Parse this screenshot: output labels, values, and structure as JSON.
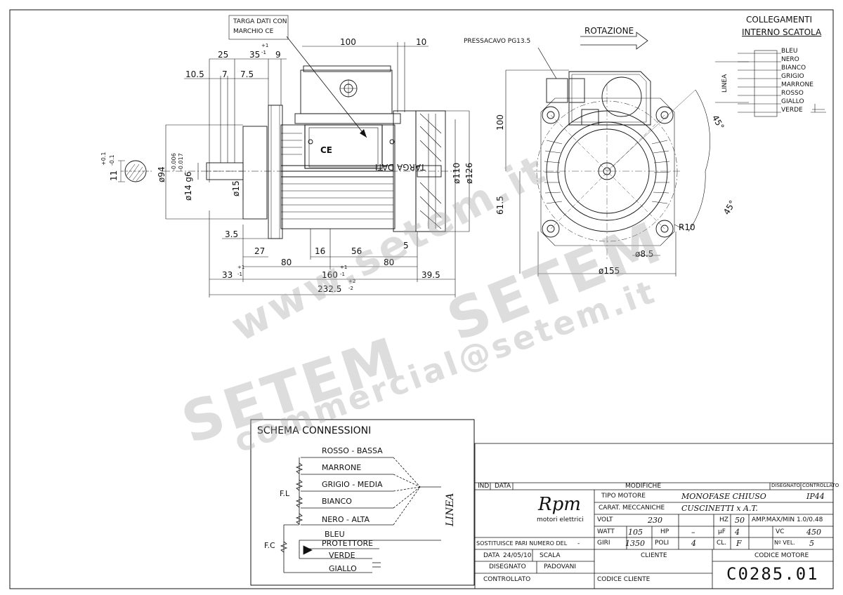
{
  "drawing": {
    "targa_label_line1": "TARGA DATI CON",
    "targa_label_line2": "MARCHIO CE",
    "plate_text": "TARGA DATI",
    "plate_ce": "CE",
    "pressacavo": "PRESSACAVO PG13.5",
    "rotazione": "ROTAZIONE",
    "dims": {
      "d100_top": "100",
      "d10": "10",
      "d25": "25",
      "d35": "35",
      "d35_tol_top": "+1",
      "d35_tol_bot": "-1",
      "d9": "9",
      "d10_5": "10.5",
      "d7": "7",
      "d7_5": "7.5",
      "tol_01a": "+0.1",
      "d11": "11",
      "tol_01b": "-0.1",
      "tol_006": "-0.006",
      "tol_017": "-0.017",
      "d14g6": "ø14 g6",
      "d94": "ø94",
      "d15": "ø15",
      "d3_5": "3.5",
      "d27": "27",
      "d16": "16",
      "d56": "56",
      "d5": "5",
      "d80a": "80",
      "d80b": "80",
      "d33": "33",
      "d33_tol_top": "+1",
      "d33_tol_bot": "-1",
      "d160": "160",
      "d160_tol_top": "+1",
      "d160_tol_bot": "-1",
      "d39_5": "39.5",
      "d232_5": "232.5",
      "d232_tol_top": "+2",
      "d232_tol_bot": "-2",
      "d110": "ø110",
      "d126": "ø126",
      "d100_side": "100",
      "d61_5": "61.5",
      "d45a": "45°",
      "d45b": "45°",
      "r10": "R10",
      "d8_5": "ø8.5",
      "d155": "ø155"
    }
  },
  "collegamenti": {
    "title_line1": "COLLEGAMENTI",
    "title_line2": "INTERNO SCATOLA",
    "linea": "LINEA",
    "wires": [
      "BLEU",
      "NERO",
      "BIANCO",
      "GRIGIO",
      "MARRONE",
      "ROSSO",
      "GIALLO",
      "VERDE"
    ]
  },
  "schema": {
    "title": "SCHEMA CONNESSIONI",
    "wires": [
      "ROSSO - BASSA",
      "MARRONE",
      "GRIGIO - MEDIA",
      "BIANCO",
      "NERO - ALTA",
      "BLEU",
      "PROTETTORE",
      "VERDE",
      "GIALLO"
    ],
    "fl": "F.L",
    "fc": "F.C",
    "linea": "LINEA"
  },
  "title_block": {
    "ind": "IND",
    "data_hdr": "DATA",
    "modifiche": "MODIFICHE",
    "disegnato_hdr": "DISEGNATO",
    "controllato_hdr": "CONTROLLATO",
    "logo": "Rpm",
    "logo_sub": "motori elettrici",
    "tipo_motore_lbl": "TIPO MOTORE",
    "tipo_motore": "MONOFASE CHIUSO",
    "ip": "IP44",
    "carat_lbl": "CARAT. MECCANICHE",
    "carat": "CUSCINETTI x A.T.",
    "volt_lbl": "VOLT",
    "volt": "230",
    "hz_lbl": "HZ",
    "hz": "50",
    "amp": "AMP.MAX/MIN 1.0/0.48",
    "watt_lbl": "WATT",
    "watt": "105",
    "hp_lbl": "HP",
    "hp": "–",
    "uf_lbl": "μF",
    "uf": "4",
    "vc_lbl": "VC",
    "vc": "450",
    "giri_lbl": "GIRI",
    "giri": "1350",
    "poli_lbl": "POLI",
    "poli": "4",
    "cl_lbl": "CL.",
    "cl": "F",
    "nvel_lbl": "Nº VEL.",
    "nvel": "5",
    "sostituisce": "SOSTITUISCE PARI NUMERO DEL",
    "sostituisce_val": "-",
    "data_lbl": "DATA",
    "data": "24/05/10",
    "scala_lbl": "SCALA",
    "disegnato_lbl": "DISEGNATO",
    "disegnato": "PADOVANI",
    "controllato_lbl": "CONTROLLATO",
    "cliente_lbl": "CLIENTE",
    "codice_motore_lbl": "CODICE MOTORE",
    "codice_cliente_lbl": "CODICE CLIENTE",
    "codice_motore": "C0285.01"
  },
  "watermark": {
    "www": "www.setem.it",
    "setem1": "SETEM",
    "setem2": "SETEM",
    "email": "commercial@setem.it"
  }
}
